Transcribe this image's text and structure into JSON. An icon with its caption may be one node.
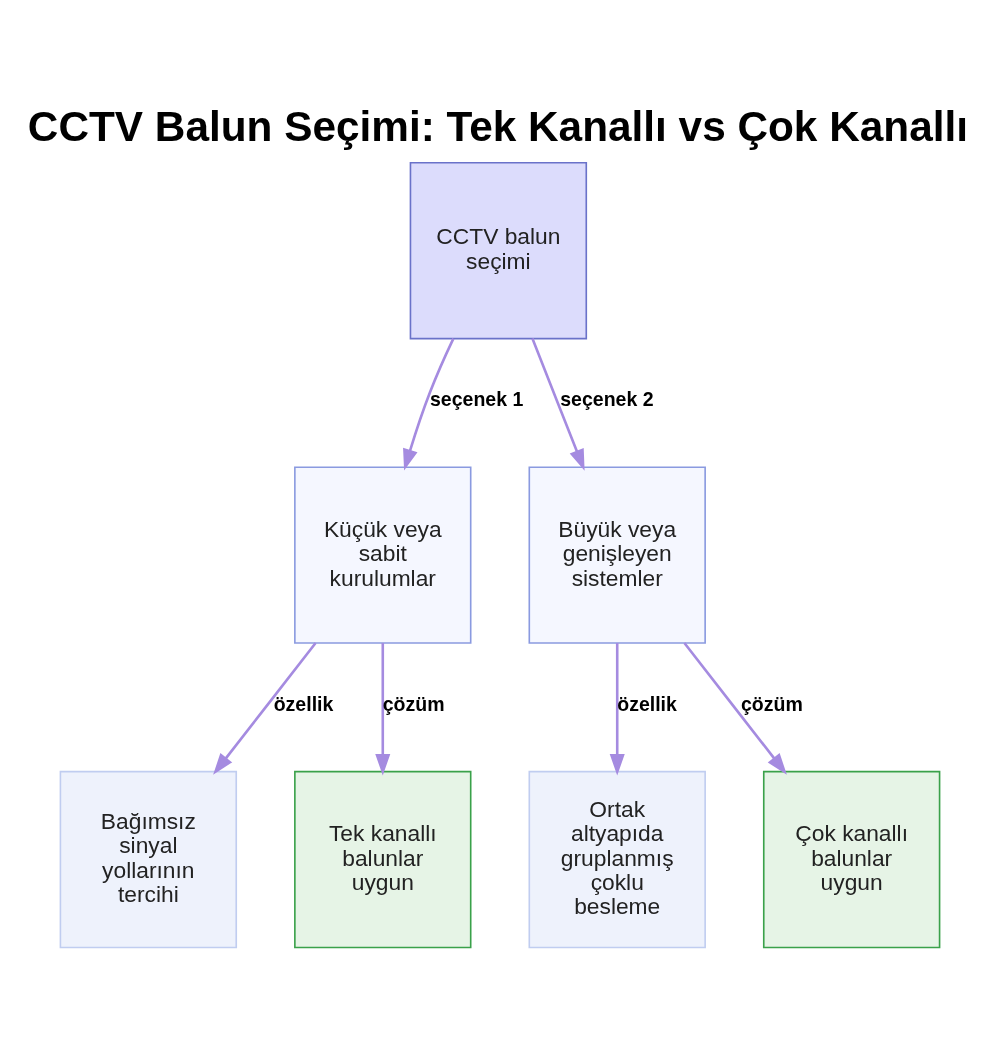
{
  "diagram": {
    "title": "CCTV Balun Seçimi: Tek Kanallı vs Çok Kanallı",
    "nodes": [
      {
        "text": [
          "CCTV balun seçimi"
        ]
      },
      {
        "text": [
          "Küçük veya sabit kurulumlar"
        ]
      },
      {
        "text": [
          "Büyük veya genişleyen sistemler"
        ]
      },
      {
        "text": [
          "Bağımsız sinyal yollarının tercihi"
        ]
      },
      {
        "text": [
          "Tek kanallı balunlar uygun"
        ]
      },
      {
        "text": [
          "Ortak altyapıda gruplanmış çoklu besleme"
        ]
      },
      {
        "text": [
          "Çok kanallı balunlar uygun"
        ]
      }
    ],
    "edges": [
      {
        "from": 0,
        "to": 1,
        "arrow": "to",
        "label": "seçenek 1"
      },
      {
        "from": 0,
        "to": 2,
        "arrow": "to",
        "label": "seçenek 2"
      },
      {
        "from": 1,
        "to": 3,
        "arrow": "to",
        "label": "özellik"
      },
      {
        "from": 1,
        "to": 4,
        "arrow": "to",
        "label": "çözüm"
      },
      {
        "from": 2,
        "to": 5,
        "arrow": "to",
        "label": "özellik"
      },
      {
        "from": 2,
        "to": 6,
        "arrow": "to",
        "label": "çözüm"
      }
    ]
  }
}
